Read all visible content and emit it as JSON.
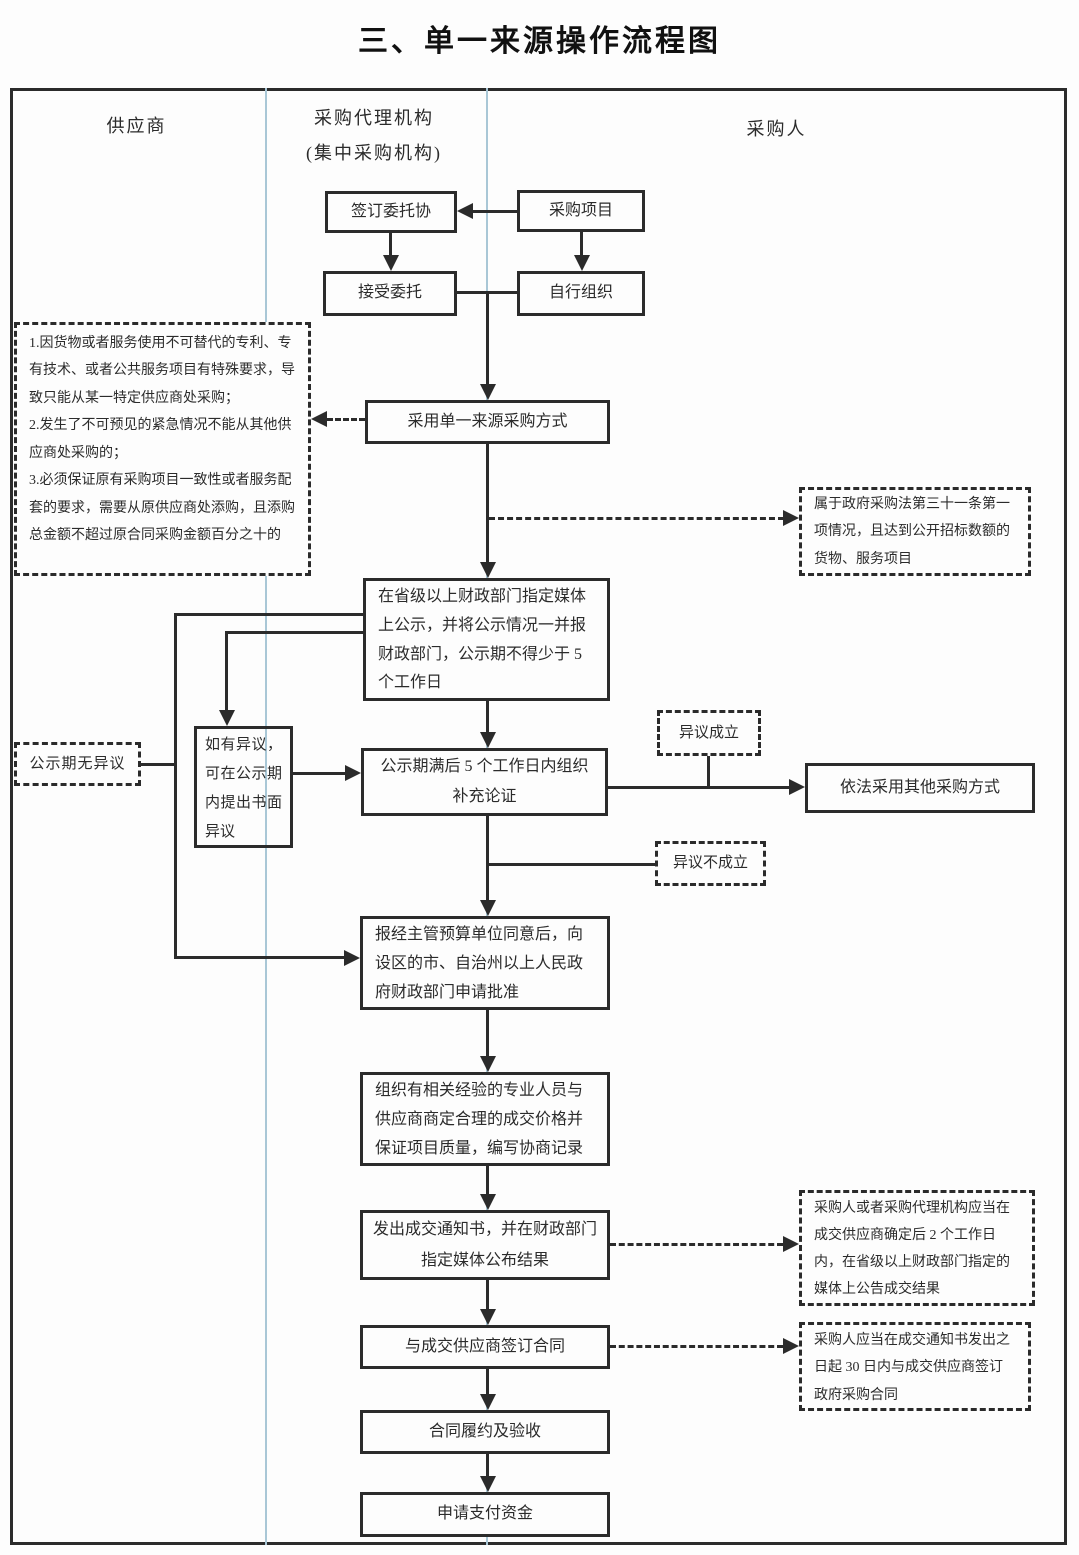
{
  "title": "三、单一来源操作流程图",
  "colors": {
    "line": "#2b2b2b",
    "lane_divider": "#a9c7d6",
    "paper": "#fdfdfd"
  },
  "lanes": {
    "supplier": "供应商",
    "agency_line1": "采购代理机构",
    "agency_line2": "(集中采购机构)",
    "purchaser": "采购人"
  },
  "nodes": {
    "sign_agreement": "签订委托协",
    "procurement_project": "采购项目",
    "accept_entrustment": "接受委托",
    "self_organize": "自行组织",
    "adopt_single_source": "采用单一来源采购方式",
    "publicity": "在省级以上财政部门指定媒体上公示，并将公示情况一并报财政部门，公示期不得少于 5 个工作日",
    "objection_note": "如有异议，可在公示期内提出书面异议",
    "supplementary_demo": "公示期满后 5 个工作日内组织补充论证",
    "other_method": "依法采用其他采购方式",
    "apply_approval": "报经主管预算单位同意后，向设区的市、自治州以上人民政府财政部门申请批准",
    "negotiation": "组织有相关经验的专业人员与供应商商定合理的成交价格并保证项目质量，编写协商记录",
    "award_notice": "发出成交通知书，并在财政部门指定媒体公布结果",
    "sign_contract": "与成交供应商签订合同",
    "performance_acceptance": "合同履约及验收",
    "apply_payment": "申请支付资金"
  },
  "annotations": {
    "conditions": "1.因货物或者服务使用不可替代的专利、专有技术、或者公共服务项目有特殊要求，导致只能从某一特定供应商处采购；\n2.发生了不可预见的紧急情况不能从其他供应商处采购的；\n3.必须保证原有采购项目一致性或者服务配套的要求，需要从原供应商处添购，且添购总金额不超过原合同采购金额百分之十的",
    "law_scope": "属于政府采购法第三十一条第一项情况，且达到公开招标数额的货物、服务项目",
    "no_objection": "公示期无异议",
    "objection_valid": "异议成立",
    "objection_invalid": "异议不成立",
    "announce_result": "采购人或者采购代理机构应当在成交供应商确定后 2 个工作日内，在省级以上财政部门指定的媒体上公告成交结果",
    "contract_deadline": "采购人应当在成交通知书发出之日起 30 日内与成交供应商签订政府采购合同"
  }
}
